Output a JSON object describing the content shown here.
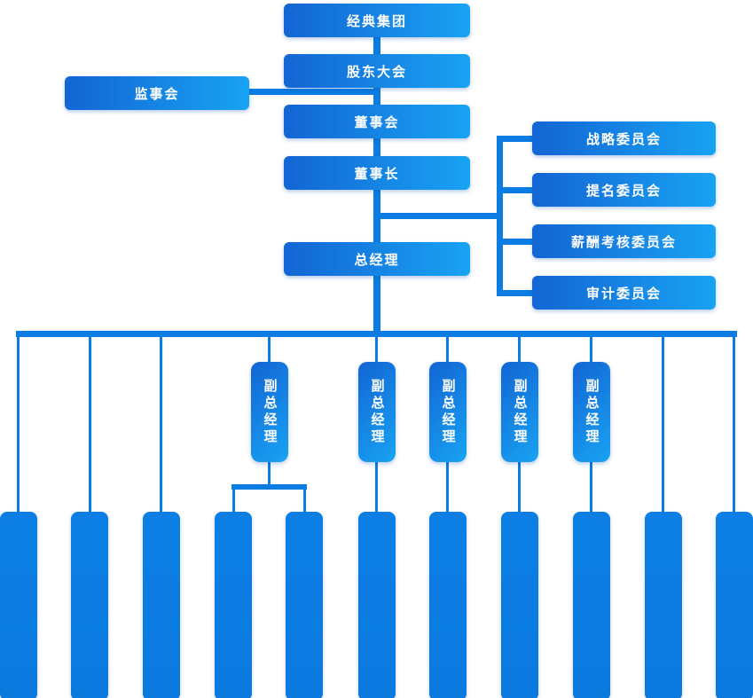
{
  "chart": {
    "root": "经典集团",
    "shareholders_meeting": "股东大会",
    "supervisory_board": "监事会",
    "board_of_directors": "董事会",
    "chairman": "董事长",
    "general_manager": "总经理",
    "committees": [
      "战略委员会",
      "提名委员会",
      "薪酬考核委员会",
      "审计委员会"
    ],
    "deputies": [
      "副总经理",
      "副总经理",
      "副总经理",
      "副总经理",
      "副总经理"
    ],
    "departments_count": 11,
    "departments_labels_visible": false
  },
  "colors": {
    "box_gradient_start": "#1365d4",
    "box_gradient_end": "#18a3f3",
    "connector_line": "#0a7ce2",
    "text": "#ffffff",
    "background": "#ffffff"
  }
}
